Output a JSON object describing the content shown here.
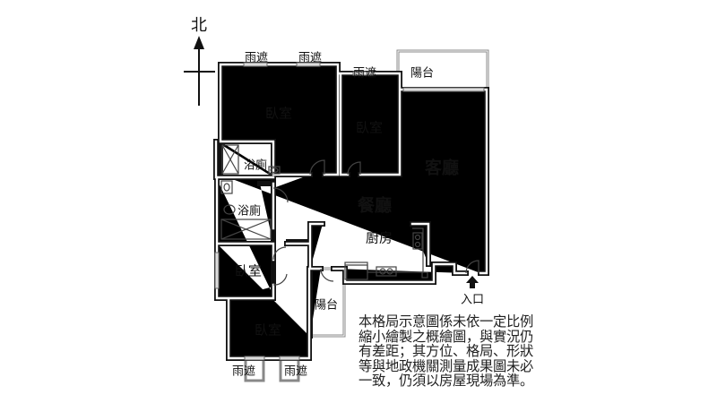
{
  "compass": {
    "north_label": "北"
  },
  "rooms": {
    "bedroom_nw": "臥室",
    "bedroom_n": "臥室",
    "bath_1": "浴廁",
    "bath_2": "浴廁",
    "dining": "餐廳",
    "kitchen": "廚房",
    "living": "客廳",
    "balcony_ne": "陽台",
    "balcony_s": "陽台",
    "bedroom_w": "臥室",
    "bedroom_sw": "臥室"
  },
  "awnings": [
    "雨遮",
    "雨遮",
    "雨遮",
    "雨遮",
    "雨遮"
  ],
  "entrance_label": "入口",
  "disclaimer": [
    "本格局示意圖係未依一定比例",
    "縮小繪製之概繪圖，與實況仍",
    "有差距；其方位、格局、形狀",
    "等與地政機關測量成果圖未必",
    "一致，仍須以房屋現場為準。"
  ]
}
